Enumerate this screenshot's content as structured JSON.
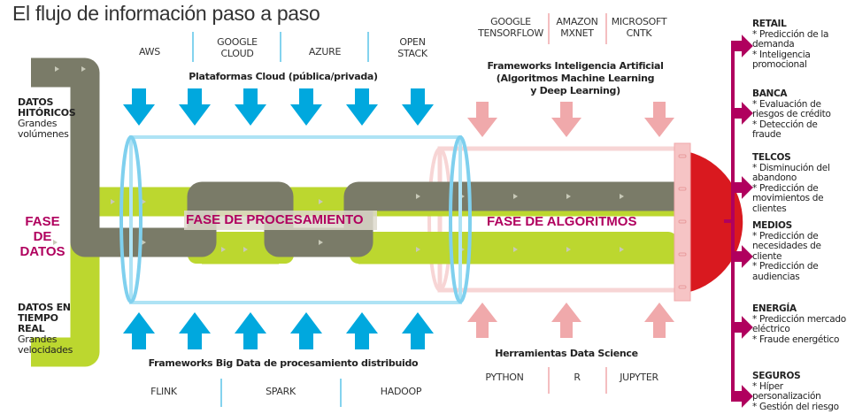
{
  "title": "El flujo de información paso a paso",
  "cloud": {
    "vendors": [
      "AWS",
      "GOOGLE\nCLOUD",
      "AZURE",
      "OPEN\nSTACK"
    ],
    "caption": "Plataformas Cloud (pública/privada)"
  },
  "ai": {
    "vendors": [
      "GOOGLE\nTENSORFLOW",
      "AMAZON\nMXNET",
      "MICROSOFT\nCNTK"
    ],
    "caption_lines": [
      "Frameworks Inteligencia Artificial",
      "(Algoritmos Machine Learning",
      "y Deep Learning)"
    ]
  },
  "bigdata": {
    "vendors": [
      "FLINK",
      "SPARK",
      "HADOOP"
    ],
    "caption": "Frameworks Big Data de procesamiento distribuido"
  },
  "datascience": {
    "vendors": [
      "PYTHON",
      "R",
      "JUPYTER"
    ],
    "caption": "Herramientas Data Science"
  },
  "sources": {
    "historic": {
      "title": "DATOS HITÓRICOS",
      "sub": "Grandes volúmenes"
    },
    "realtime": {
      "title": "DATOS EN TIEMPO REAL",
      "sub": "Grandes velocidades"
    }
  },
  "phases": {
    "datos": "FASE DE DATOS",
    "procesamiento": "FASE DE PROCESAMIENTO",
    "algoritmos": "FASE DE ALGORITMOS"
  },
  "sectors": [
    {
      "name": "RETAIL",
      "items": [
        "* Predicción de la demanda",
        "* Inteligencia promocional"
      ]
    },
    {
      "name": "BANCA",
      "items": [
        "* Evaluación de riesgos de crédito",
        "* Detección de fraude"
      ]
    },
    {
      "name": "TELCOS",
      "items": [
        "* Disminución del abandono",
        "* Predicción de movimientos de clientes"
      ]
    },
    {
      "name": "MEDIOS",
      "items": [
        "* Predicción de necesidades de cliente",
        "* Predicción de audiencias"
      ]
    },
    {
      "name": "ENERGÍA",
      "items": [
        "* Predicción mercado eléctrico",
        "* Fraude energético"
      ]
    },
    {
      "name": "SEGUROS",
      "items": [
        "* Híper personalización",
        "* Gestión del riesgo"
      ]
    }
  ],
  "colors": {
    "gray_pipe": "#7a7b68",
    "green_pipe": "#bcd72f",
    "cloud_blue": "#00a8de",
    "ai_pink": "#f0a9ab",
    "accent_magenta": "#b0005e",
    "red_output": "#d9191f"
  }
}
